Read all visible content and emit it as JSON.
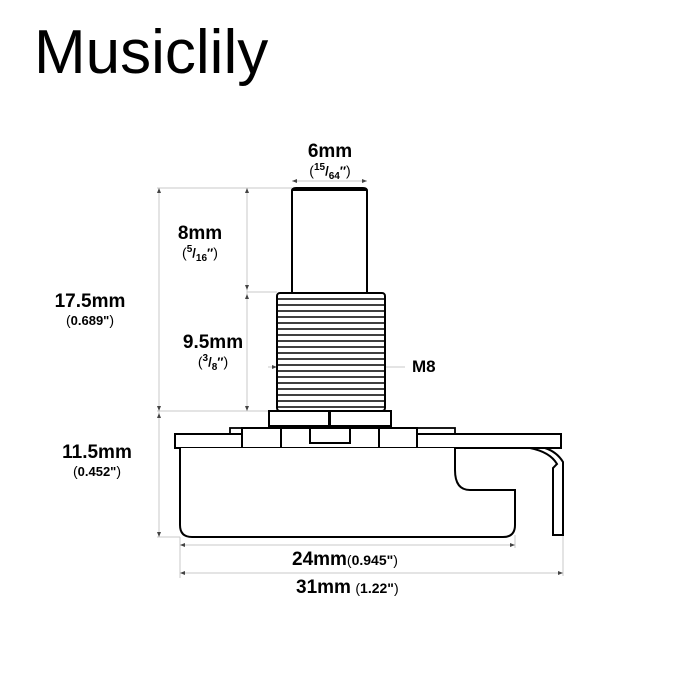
{
  "brand": {
    "name": "Musiclily"
  },
  "diagram": {
    "subject": "potentiometer side-view dimension drawing",
    "line_color": "#000000",
    "dimension_line_color": "#c8c8c8",
    "dimensions": {
      "shaft_diameter": {
        "mm": "6mm",
        "inch": "15/64\"",
        "inch_num": "15",
        "inch_den": "64"
      },
      "shaft_length": {
        "mm": "8mm",
        "inch": "5/16\"",
        "inch_num": "5",
        "inch_den": "16"
      },
      "total_shaft_height": {
        "mm": "17.5mm",
        "inch": "0.689\""
      },
      "bushing_length": {
        "mm": "9.5mm",
        "inch": "3/8\"",
        "inch_num": "3",
        "inch_den": "8"
      },
      "thread": {
        "label": "M8"
      },
      "body_height": {
        "mm": "11.5mm",
        "inch": "0.452\""
      },
      "body_width": {
        "mm": "24mm",
        "inch": "0.945\""
      },
      "overall_width": {
        "mm": "31mm",
        "inch": "1.22\""
      }
    }
  }
}
